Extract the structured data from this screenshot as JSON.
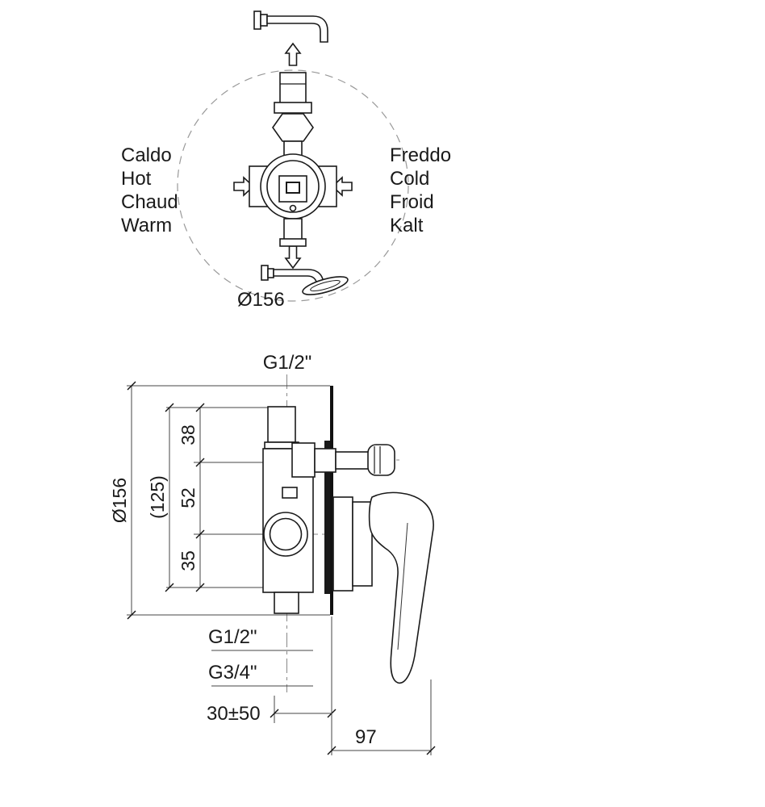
{
  "colors": {
    "line": "#1a1a1a",
    "dim_line": "#444444",
    "background": "#ffffff"
  },
  "front_view": {
    "hot_labels": [
      "Caldo",
      "Hot",
      "Chaud",
      "Warm"
    ],
    "cold_labels": [
      "Freddo",
      "Cold",
      "Froid",
      "Kalt"
    ],
    "plate_diameter": "Ø156"
  },
  "side_view": {
    "top_thread": "G1/2\"",
    "plate_diameter": "Ø156",
    "mounting_height": "(125)",
    "dim_top": "38",
    "dim_middle": "52",
    "dim_bottom": "35",
    "bottom_thread": "G1/2\"",
    "outlet_thread": "G3/4\"",
    "recess_depth": "30±50",
    "handle_projection": "97"
  }
}
